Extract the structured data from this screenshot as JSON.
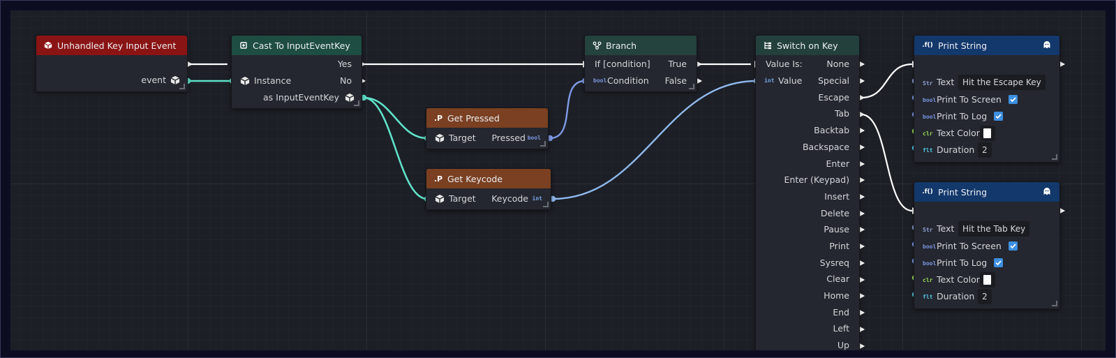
{
  "graph": {
    "nodes": {
      "event_node": {
        "title": "Unhandled Key Input Event",
        "out_label": "event",
        "icon": "cube-icon",
        "color": "#8a1414"
      },
      "cast_node": {
        "title": "Cast To InputEventKey",
        "in_instance": "Instance",
        "out_yes": "Yes",
        "out_no": "No",
        "out_as": "as InputEventKey",
        "icon": "cast-icon",
        "color": "#1d4d43"
      },
      "branch_node": {
        "title": "Branch",
        "in_condition_exec": "If [condition]",
        "in_condition": "Condition",
        "out_true": "True",
        "out_false": "False",
        "icon": "branch-icon",
        "color": "#24423e"
      },
      "get_pressed": {
        "title": "Get Pressed",
        "in_target": "Target",
        "out_value": "Pressed",
        "out_type": "bool",
        "icon_text": ".P",
        "color": "#7a4021"
      },
      "get_keycode": {
        "title": "Get Keycode",
        "in_target": "Target",
        "out_value": "Keycode",
        "out_type": "int",
        "icon_text": ".P",
        "color": "#7a4021"
      },
      "switch_node": {
        "title": "Switch on Key",
        "in_label": "Value Is:",
        "in_value": "Value",
        "in_type": "int",
        "icon": "switch-icon",
        "color": "#23403d",
        "cases": [
          "None",
          "Special",
          "Escape",
          "Tab",
          "Backtab",
          "Backspace",
          "Enter",
          "Enter (Keypad)",
          "Insert",
          "Delete",
          "Pause",
          "Print",
          "Sysreq",
          "Clear",
          "Home",
          "End",
          "Left",
          "Up"
        ]
      },
      "print_escape": {
        "title": "Print String",
        "icon_text": ".f()",
        "fields": {
          "text_label": "Text",
          "text_value": "Hit the Escape Key",
          "screen_label": "Print To Screen",
          "screen_checked": true,
          "log_label": "Print To Log",
          "log_checked": true,
          "color_label": "Text Color",
          "color_value": "#ffffff",
          "duration_label": "Duration",
          "duration_value": "2"
        },
        "color": "#13386b"
      },
      "print_tab": {
        "title": "Print String",
        "icon_text": ".f()",
        "fields": {
          "text_label": "Text",
          "text_value": "Hit the Tab Key",
          "screen_label": "Print To Screen",
          "screen_checked": true,
          "log_label": "Print To Log",
          "log_checked": true,
          "color_label": "Text Color",
          "color_value": "#ffffff",
          "duration_label": "Duration",
          "duration_value": "2"
        },
        "color": "#13386b"
      }
    },
    "type_tags": {
      "bool": "bool",
      "str": "Str",
      "clr": "clr",
      "flt": "flt",
      "int": "int"
    },
    "pin_colors": {
      "exec": "#ffffff",
      "object": "#5fe0c8",
      "bool": "#7f9ce8",
      "int": "#8fb8ec",
      "string": "#8fa1d6",
      "color": "#9bdc55",
      "float": "#53c8e0"
    }
  }
}
